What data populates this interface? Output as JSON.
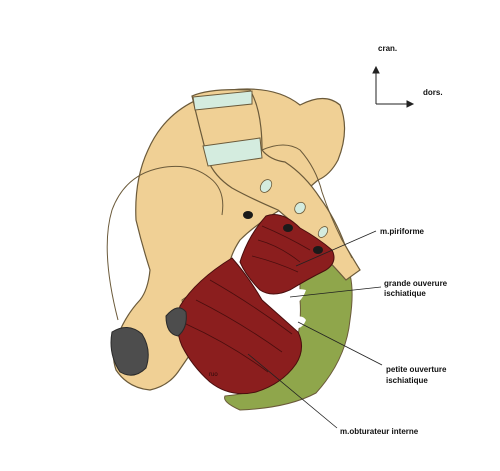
{
  "orientation": {
    "cranial": "cran.",
    "dorsal": "dors."
  },
  "labels": {
    "piriformis": "m.piriforme",
    "greater_sciatic_1": "grande ouverure",
    "greater_sciatic_2": "ischiatique",
    "lesser_sciatic_1": "petite ouverture",
    "lesser_sciatic_2": "ischiatique",
    "obturator": "m.obturateur interne",
    "muscle_mark": "ruo"
  },
  "colors": {
    "bone": "#f0d095",
    "bone_outline": "#6b5a3a",
    "muscle": "#8b1e1e",
    "ligament": "#8fa64b",
    "disc": "#d4ecdf",
    "dark": "#4d4d4d",
    "foramen": "#ffffff"
  }
}
